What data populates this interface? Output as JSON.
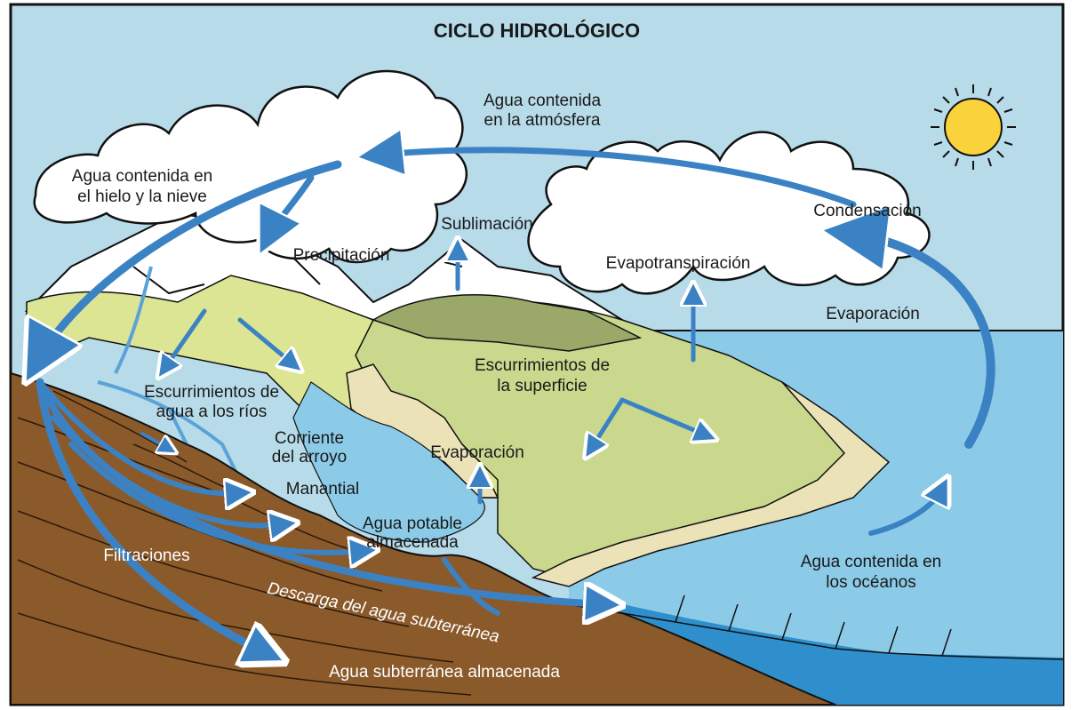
{
  "title": "CICLO HIDROLÓGICO",
  "labels": {
    "atmosphere_l1": "Agua contenida",
    "atmosphere_l2": "en la atmósfera",
    "ice_l1": "Agua contenida en",
    "ice_l2": "el hielo y la nieve",
    "sublimation": "Sublimación",
    "precipitation": "Precipitación",
    "condensation": "Condensación",
    "evapotranspiration": "Evapotranspiración",
    "evaporation_sea": "Evaporación",
    "surface_runoff_l1": "Escurrimientos de",
    "surface_runoff_l2": "la superficie",
    "river_runoff_l1": "Escurrimientos de",
    "river_runoff_l2": "agua a los ríos",
    "stream_l1": "Corriente",
    "stream_l2": "del arroyo",
    "spring": "Manantial",
    "evaporation_lake": "Evaporación",
    "freshwater_l1": "Agua potable",
    "freshwater_l2": "almacenada",
    "infiltration": "Filtraciones",
    "ocean_l1": "Agua contenida en",
    "ocean_l2": "los océanos",
    "groundwater_discharge": "Descarga del agua subterránea",
    "groundwater_storage": "Agua subterránea almacenada"
  },
  "colors": {
    "sky": "#b7dbe9",
    "sea": "#8ccbe8",
    "deep_sea": "#2f8fcc",
    "land_green": "#c9d88d",
    "land_light": "#dce593",
    "dark_green": "#9aa86a",
    "sand": "#ebe2b8",
    "soil": "#8b5a2b",
    "arrow": "#3b82c4",
    "sun": "#f9d23c"
  },
  "icons": [
    "sun-icon",
    "cloud-icon",
    "mountain-icon",
    "arrow-icon"
  ]
}
